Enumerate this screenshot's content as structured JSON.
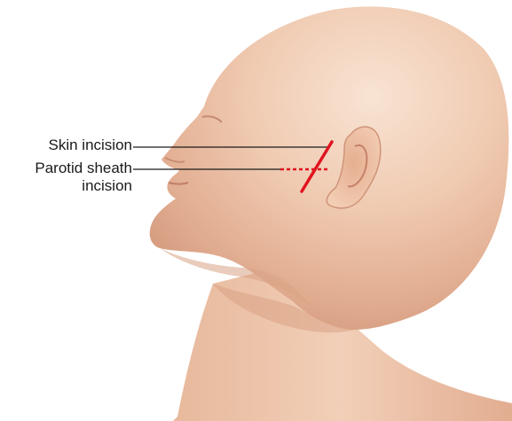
{
  "labels": {
    "skin_incision": "Skin incision",
    "parotid_line1": "Parotid sheath",
    "parotid_line2": "incision"
  },
  "colors": {
    "skin_light": "#f6dcc9",
    "skin_mid": "#ecc2a6",
    "skin_dark": "#d69c80",
    "incision": "#e0141e",
    "leader": "#1a1a1a"
  }
}
